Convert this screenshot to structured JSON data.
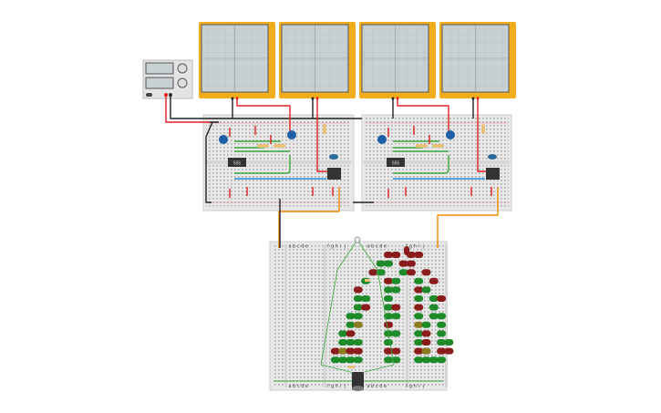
{
  "app": {
    "title": "Circuit workspace"
  },
  "colors": {
    "scope_frame": "#f0ad1c",
    "scope_screen": "#c8d0d3",
    "wire_red": "#e02020",
    "wire_black": "#222222",
    "wire_green": "#3aa83a",
    "wire_blue": "#2a8ad6",
    "wire_orange": "#f08a00",
    "led_red": "#8b1c1c",
    "led_green": "#1f8a2a",
    "led_olive": "#8a7a20",
    "capacitor_blue": "#1e5fa8"
  },
  "components": {
    "power_supply": {
      "name": "power-supply"
    },
    "oscilloscopes": [
      {
        "name": "oscilloscope-1"
      },
      {
        "name": "oscilloscope-2"
      },
      {
        "name": "oscilloscope-3"
      },
      {
        "name": "oscilloscope-4"
      }
    ],
    "timer_chip_label": "555",
    "breadboard_columns": [
      "a",
      "b",
      "c",
      "d",
      "e",
      "f",
      "g",
      "h",
      "i",
      "j"
    ]
  }
}
